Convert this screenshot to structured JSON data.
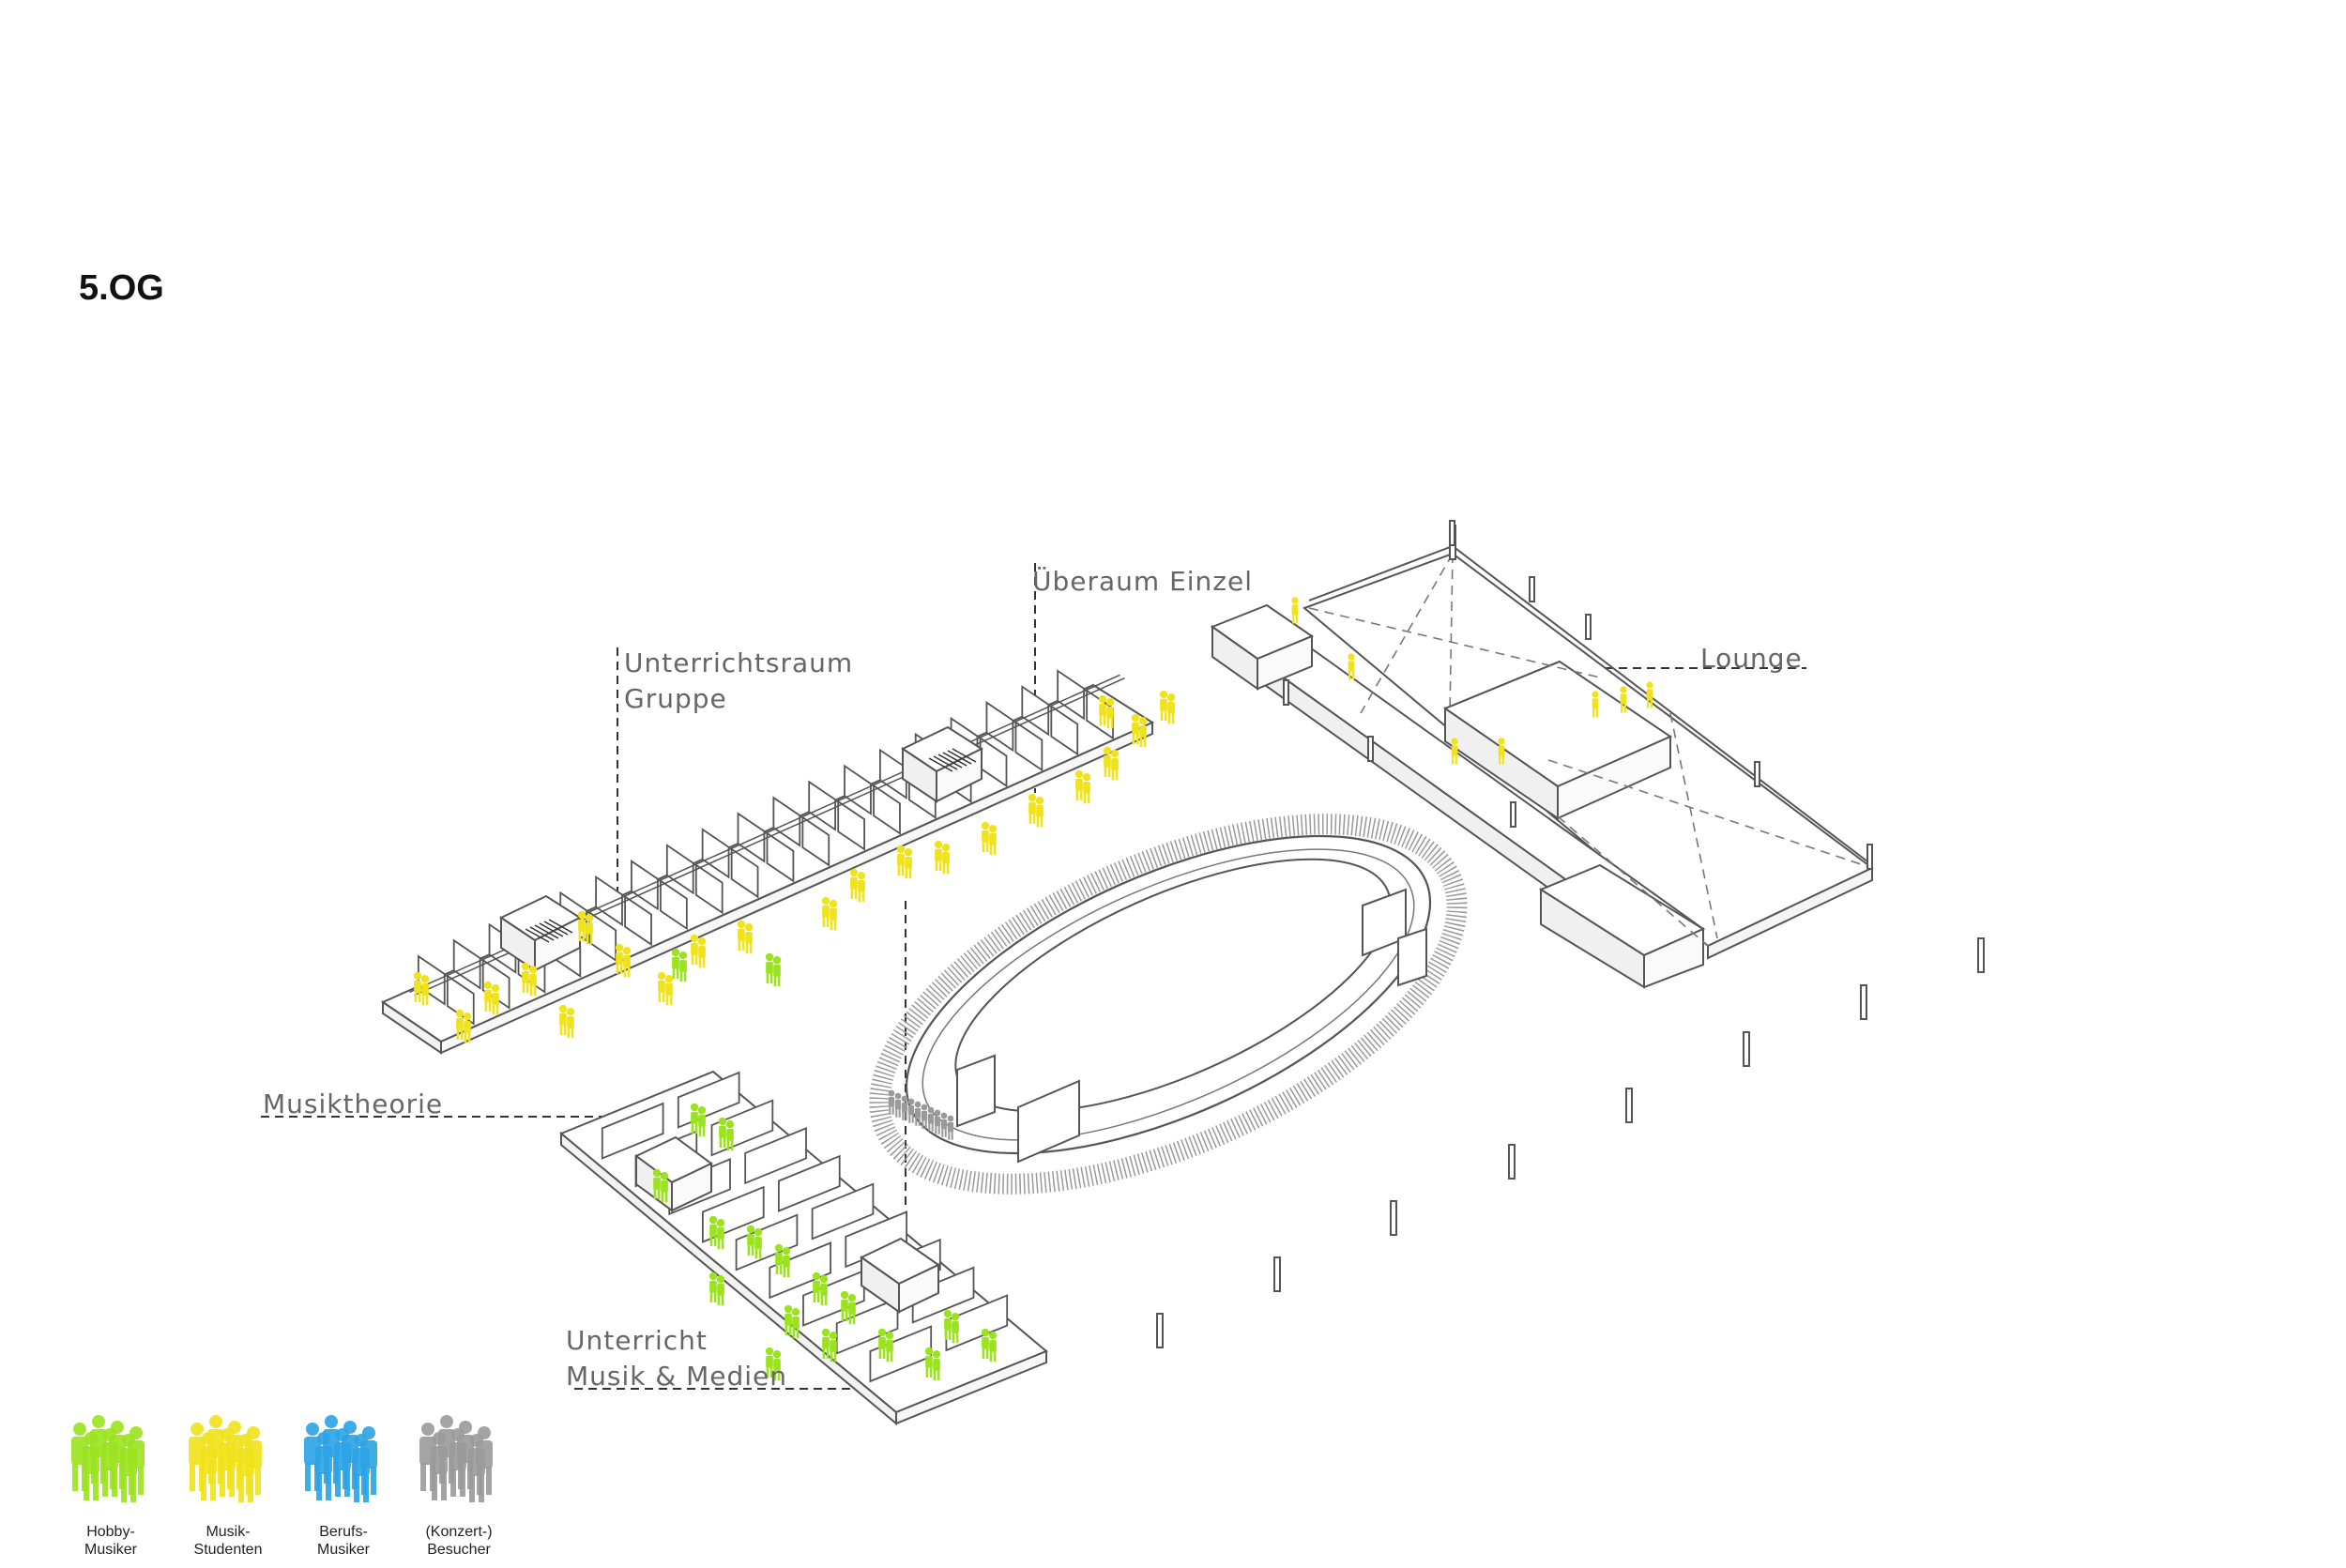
{
  "title": "5.OG",
  "labels": {
    "unterrichtsraum_line1": "Unterrichtsraum",
    "unterrichtsraum_line2": "Gruppe",
    "ueberaum": "Überaum Einzel",
    "lounge": "Lounge",
    "musiktheorie": "Musiktheorie",
    "unterricht_line1": "Unterricht",
    "unterricht_line2": "Musik & Medien"
  },
  "legend": [
    {
      "line1": "Hobby-",
      "line2": "Musiker",
      "color": "#9be31f"
    },
    {
      "line1": "Musik-",
      "line2": "Studenten",
      "color": "#f0e21b"
    },
    {
      "line1": "Berufs-",
      "line2": "Musiker",
      "color": "#2aa3e6"
    },
    {
      "line1": "(Konzert-)",
      "line2": "Besucher",
      "color": "#9a9a9a"
    }
  ],
  "icons": {
    "person": "person-figure-icon",
    "stair": "stair-icon"
  },
  "colors": {
    "line": "#555555",
    "light_line": "#8a8a8a",
    "label": "#666666",
    "hobby": "#9be31f",
    "student": "#f0e21b"
  }
}
